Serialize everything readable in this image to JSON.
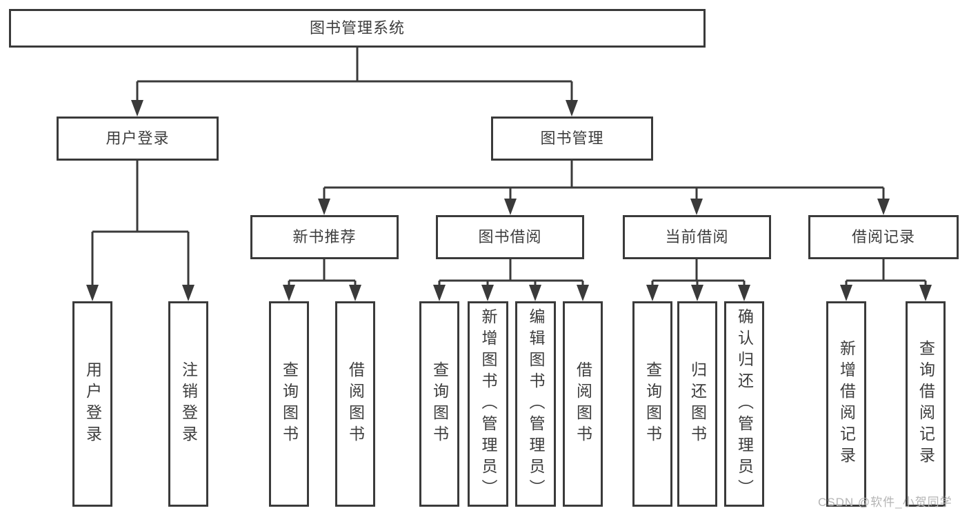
{
  "diagram": {
    "root": "图书管理系统",
    "level2": {
      "user_login": "用户登录",
      "book_management": "图书管理"
    },
    "level3": {
      "new_books": "新书推荐",
      "borrowing": "图书借阅",
      "current": "当前借阅",
      "records": "借阅记录"
    },
    "leaves": {
      "user_login": [
        "用户登录",
        "注销登录"
      ],
      "new_books": [
        "查询图书",
        "借阅图书"
      ],
      "borrowing": [
        "查询图书",
        "新增图书（管理员）",
        "编辑图书（管理员）",
        "借阅图书"
      ],
      "current": [
        "查询图书",
        "归还图书",
        "确认归还（管理员）"
      ],
      "records": [
        "新增借阅记录",
        "查询借阅记录"
      ]
    }
  },
  "watermark": {
    "text": "CSDN @软件_小贺同学"
  },
  "colors": {
    "line": "#3a3a3a",
    "text": "#3d3d3d",
    "watermark": "#b4b4b4",
    "background": "#ffffff"
  }
}
